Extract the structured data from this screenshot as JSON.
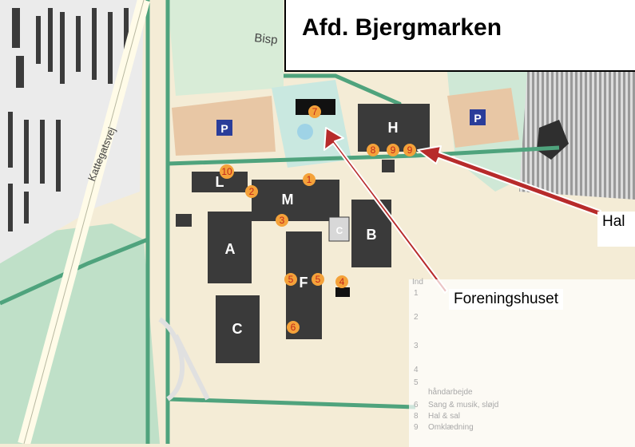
{
  "title": "Afd. Bjergmarken",
  "callouts": {
    "hal": "Hal",
    "foreningshuset": "Foreningshuset"
  },
  "street_labels": {
    "kattegatsvej": "Kattegatsvej",
    "bisp": "Bisp"
  },
  "buildings": {
    "A": "A",
    "B": "B",
    "C": "C",
    "C_small": "C",
    "F": "F",
    "H": "H",
    "L": "L",
    "M": "M"
  },
  "parking": [
    "P",
    "P"
  ],
  "markers": [
    "1",
    "2",
    "3",
    "4",
    "5",
    "5",
    "6",
    "7",
    "8",
    "9",
    "9",
    "10"
  ],
  "legend": {
    "header": "Ind",
    "numbers": [
      "1",
      "2",
      "3",
      "4",
      "5",
      "6",
      "8",
      "9"
    ],
    "items": [
      "håndarbejde",
      "Sang & musik, sløjd",
      "Hal & sal",
      "Omklædning"
    ]
  },
  "colors": {
    "background": "#f4ecd6",
    "building": "#3a3a3a",
    "parking_lot": "#e8c7a5",
    "road_green": "#4fa37d",
    "water": "#c9e8e0",
    "marker_fill": "#f4a23a",
    "marker_text": "#c2261b",
    "arrow_fill": "#b72b2b",
    "parking_sign": "#2a3d9a"
  }
}
